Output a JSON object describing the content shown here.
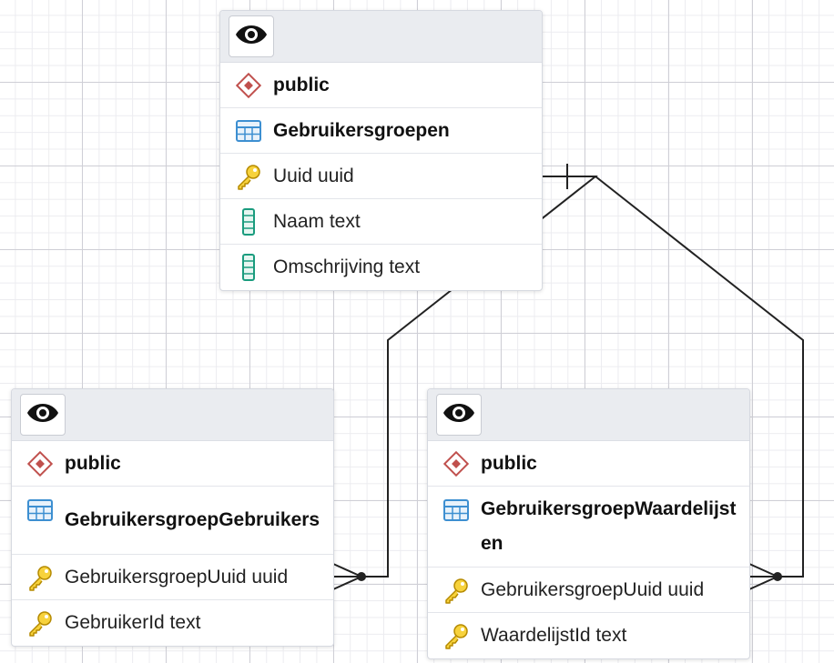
{
  "diagram": {
    "tables": [
      {
        "id": "gebruikersgroepen",
        "schema": "public",
        "name": "Gebruikersgroepen",
        "columns": [
          {
            "text": "Uuid uuid",
            "icon": "primary-key-icon"
          },
          {
            "text": "Naam text",
            "icon": "column-icon"
          },
          {
            "text": "Omschrijving text",
            "icon": "column-icon"
          }
        ]
      },
      {
        "id": "gebruikersgroepgebruikers",
        "schema": "public",
        "name": "GebruikersgroepGebruikers",
        "columns": [
          {
            "text": "GebruikersgroepUuid uuid",
            "icon": "primary-key-icon"
          },
          {
            "text": "GebruikerId text",
            "icon": "primary-key-icon"
          }
        ]
      },
      {
        "id": "gebruikersgroepwaardelijsten",
        "schema": "public",
        "name": "GebruikersgroepWaardelijsten",
        "columns": [
          {
            "text": "GebruikersgroepUuid uuid",
            "icon": "primary-key-icon"
          },
          {
            "text": "WaardelijstId text",
            "icon": "primary-key-icon"
          }
        ]
      }
    ],
    "relations": [
      {
        "from": "gebruikersgroepen.Uuid",
        "to": "gebruikersgroepgebruikers.GebruikersgroepUuid",
        "cardinality": "one-to-many"
      },
      {
        "from": "gebruikersgroepen.Uuid",
        "to": "gebruikersgroepwaardelijsten.GebruikersgroepUuid",
        "cardinality": "one-to-many"
      }
    ],
    "colors": {
      "schema_icon": "#c0504d",
      "table_icon": "#3d8fd1",
      "key_icon": "#e6b800",
      "column_icon": "#1a9c7e",
      "relation_line": "#222222"
    }
  }
}
